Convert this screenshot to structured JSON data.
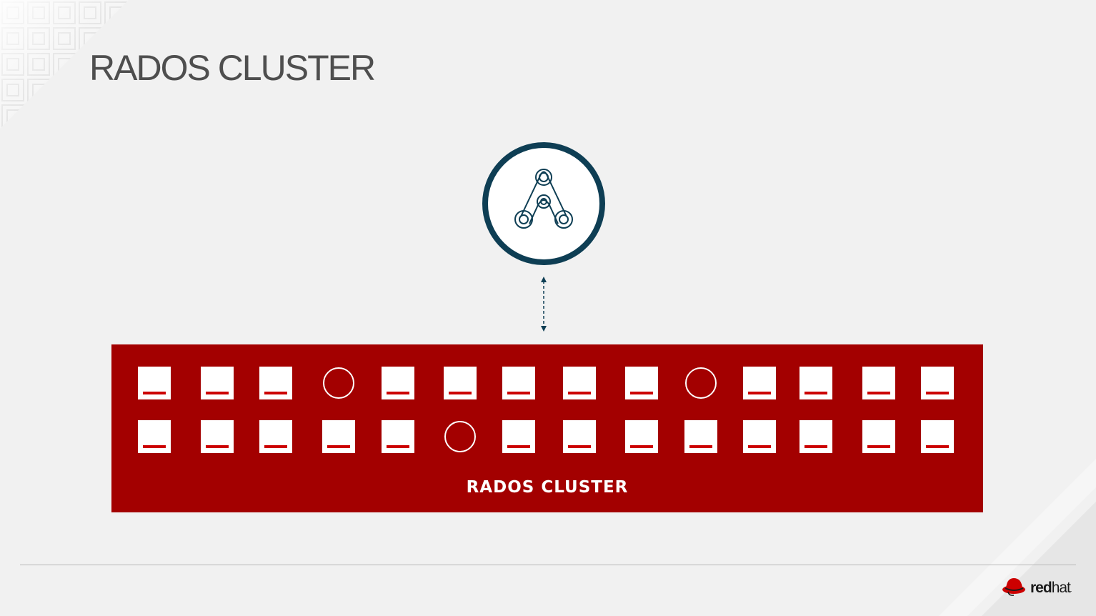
{
  "slide": {
    "title": "RADOS CLUSTER"
  },
  "monitor": {
    "icon": "ceph-monitor-icon"
  },
  "cluster": {
    "label": "RADOS CLUSTER",
    "rows": [
      [
        "osd",
        "osd",
        "osd",
        "mon",
        "osd",
        "osd",
        "osd",
        "osd",
        "osd",
        "mon",
        "osd",
        "osd",
        "osd",
        "osd"
      ],
      [
        "osd",
        "osd",
        "osd",
        "osd",
        "osd",
        "mon",
        "osd",
        "osd",
        "osd",
        "osd",
        "osd",
        "osd",
        "osd",
        "osd"
      ]
    ]
  },
  "brand": {
    "name_bold": "red",
    "name_light": "hat",
    "mark": "."
  },
  "colors": {
    "background": "#f1f1f1",
    "cluster": "#a30000",
    "osd_bar": "#cc0000",
    "monitor_ring": "#0e3e54",
    "title": "#4e4e4e"
  }
}
